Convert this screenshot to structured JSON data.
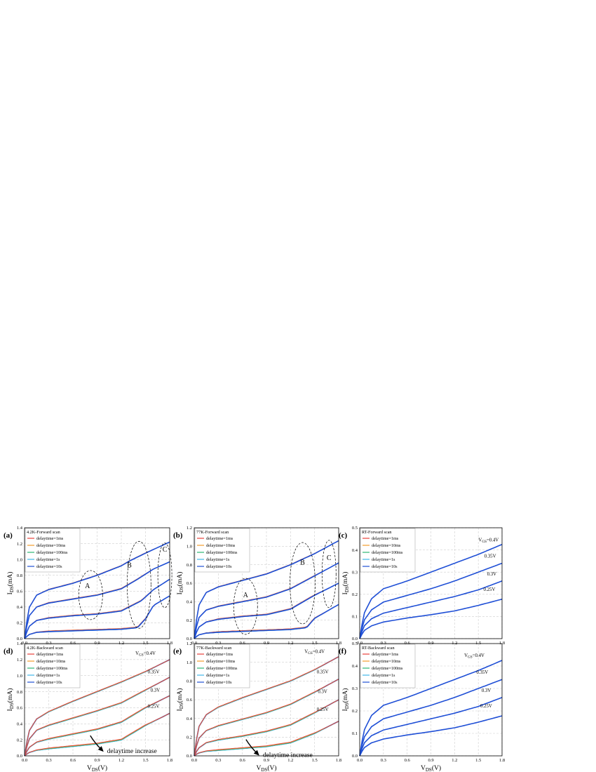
{
  "legend_labels": [
    "delaytime=1ms",
    "delaytime=10ms",
    "delaytime=100ms",
    "delaytime=1s",
    "delaytime=10s"
  ],
  "series_colors": [
    "#e8413a",
    "#f39c2b",
    "#2bb673",
    "#3fb7e8",
    "#1f4fd6"
  ],
  "x_label_main": "V",
  "x_label_sub": "DS",
  "x_label_unit": "(V)",
  "y_label_main": "I",
  "y_label_sub": "DS",
  "y_label_unit": "(mA)",
  "delay_annotation": "delaytime increase",
  "chart_data": [
    {
      "panel": "(a)",
      "title": "4.2K-Forward scan",
      "type": "line",
      "xlim": [
        0,
        1.8
      ],
      "ylim": [
        0,
        1.4
      ],
      "xticks": [
        "0.0",
        "0.3",
        "0.6",
        "0.9",
        "1.2",
        "1.5",
        "1.8"
      ],
      "yticks": [
        "0.0",
        "0.2",
        "0.4",
        "0.6",
        "0.8",
        "1.0",
        "1.2",
        "1.4"
      ],
      "grid": true,
      "legend_position": "top-left",
      "curves": [
        {
          "x": [
            0,
            0.05,
            0.15,
            0.3,
            0.6,
            0.9,
            1.2,
            1.3,
            1.5,
            1.8
          ],
          "y": [
            0,
            0.38,
            0.55,
            0.62,
            0.7,
            0.8,
            0.92,
            0.98,
            1.08,
            1.22
          ]
        },
        {
          "x": [
            0,
            0.05,
            0.15,
            0.3,
            0.6,
            0.9,
            1.2,
            1.4,
            1.6,
            1.8
          ],
          "y": [
            0,
            0.28,
            0.4,
            0.45,
            0.5,
            0.55,
            0.63,
            0.75,
            0.88,
            0.97
          ]
        },
        {
          "x": [
            0,
            0.05,
            0.15,
            0.3,
            0.6,
            0.9,
            1.2,
            1.45,
            1.6,
            1.8
          ],
          "y": [
            0,
            0.15,
            0.23,
            0.26,
            0.29,
            0.31,
            0.35,
            0.48,
            0.62,
            0.75
          ]
        },
        {
          "x": [
            0,
            0.05,
            0.15,
            0.3,
            0.6,
            0.9,
            1.2,
            1.4,
            1.5,
            1.6,
            1.8
          ],
          "y": [
            0,
            0.05,
            0.08,
            0.09,
            0.1,
            0.11,
            0.12,
            0.14,
            0.25,
            0.42,
            0.54
          ]
        }
      ],
      "annotations": [
        "A",
        "B",
        "C"
      ]
    },
    {
      "panel": "(b)",
      "title": "77K-Forward scan",
      "type": "line",
      "xlim": [
        0,
        1.8
      ],
      "ylim": [
        0,
        1.2
      ],
      "xticks": [
        "0.0",
        "0.3",
        "0.6",
        "0.9",
        "1.2",
        "1.5",
        "1.8"
      ],
      "yticks": [
        "0.0",
        "0.2",
        "0.4",
        "0.6",
        "0.8",
        "1.0",
        "1.2"
      ],
      "grid": true,
      "legend_position": "top-left",
      "curves": [
        {
          "x": [
            0,
            0.05,
            0.15,
            0.3,
            0.6,
            0.9,
            1.2,
            1.5,
            1.8
          ],
          "y": [
            0,
            0.35,
            0.5,
            0.56,
            0.63,
            0.7,
            0.8,
            0.92,
            1.06
          ]
        },
        {
          "x": [
            0,
            0.05,
            0.15,
            0.3,
            0.6,
            0.9,
            1.2,
            1.5,
            1.8
          ],
          "y": [
            0,
            0.22,
            0.31,
            0.35,
            0.4,
            0.45,
            0.54,
            0.68,
            0.82
          ]
        },
        {
          "x": [
            0,
            0.05,
            0.15,
            0.3,
            0.6,
            0.9,
            1.2,
            1.5,
            1.8
          ],
          "y": [
            0,
            0.12,
            0.18,
            0.21,
            0.24,
            0.26,
            0.32,
            0.47,
            0.6
          ]
        },
        {
          "x": [
            0,
            0.05,
            0.15,
            0.3,
            0.6,
            0.9,
            1.2,
            1.4,
            1.5,
            1.8
          ],
          "y": [
            0,
            0.04,
            0.06,
            0.07,
            0.08,
            0.09,
            0.1,
            0.12,
            0.22,
            0.37
          ]
        }
      ],
      "annotations": [
        "A",
        "B",
        "C"
      ]
    },
    {
      "panel": "(c)",
      "title": "RT-Forward scan",
      "type": "line",
      "xlim": [
        0,
        1.8
      ],
      "ylim": [
        0,
        0.5
      ],
      "xticks": [
        "0.0",
        "0.3",
        "0.6",
        "0.9",
        "1.2",
        "1.5",
        "1.8"
      ],
      "yticks": [
        "0.0",
        "0.1",
        "0.2",
        "0.3",
        "0.4",
        "0.5"
      ],
      "grid": true,
      "legend_position": "top-left",
      "curves": [
        {
          "x": [
            0,
            0.05,
            0.15,
            0.3,
            0.6,
            0.9,
            1.2,
            1.5,
            1.8
          ],
          "y": [
            0,
            0.11,
            0.18,
            0.225,
            0.26,
            0.3,
            0.34,
            0.38,
            0.425
          ]
        },
        {
          "x": [
            0,
            0.05,
            0.15,
            0.3,
            0.6,
            0.9,
            1.2,
            1.5,
            1.8
          ],
          "y": [
            0,
            0.08,
            0.13,
            0.165,
            0.195,
            0.225,
            0.26,
            0.3,
            0.34
          ]
        },
        {
          "x": [
            0,
            0.05,
            0.15,
            0.3,
            0.6,
            0.9,
            1.2,
            1.5,
            1.8
          ],
          "y": [
            0,
            0.055,
            0.09,
            0.115,
            0.14,
            0.165,
            0.19,
            0.22,
            0.26
          ]
        },
        {
          "x": [
            0,
            0.05,
            0.15,
            0.3,
            0.6,
            0.9,
            1.2,
            1.5,
            1.8
          ],
          "y": [
            0,
            0.035,
            0.058,
            0.075,
            0.093,
            0.108,
            0.125,
            0.15,
            0.178
          ]
        }
      ],
      "curve_labels": [
        {
          "main": "V",
          "sub": "GS",
          "rest": "=0.4V",
          "x": 1.63,
          "y": 0.438
        },
        {
          "main": "",
          "sub": "",
          "rest": "0.35V",
          "x": 1.65,
          "y": 0.365
        },
        {
          "main": "",
          "sub": "",
          "rest": "0.3V",
          "x": 1.67,
          "y": 0.285
        },
        {
          "main": "",
          "sub": "",
          "rest": "0.25V",
          "x": 1.64,
          "y": 0.215
        }
      ]
    },
    {
      "panel": "(d)",
      "title": "4.2K-Backward scan",
      "type": "line",
      "xlim": [
        0,
        1.8
      ],
      "ylim": [
        0,
        1.4
      ],
      "xticks": [
        "0.0",
        "0.3",
        "0.6",
        "0.9",
        "1.2",
        "1.5",
        "1.8"
      ],
      "yticks": [
        "0.0",
        "0.2",
        "0.4",
        "0.6",
        "0.8",
        "1.0",
        "1.2",
        "1.4"
      ],
      "grid": true,
      "legend_position": "top-left",
      "curves": [
        {
          "x": [
            0,
            0.05,
            0.15,
            0.3,
            0.6,
            0.9,
            1.2,
            1.5,
            1.8
          ],
          "y": [
            0,
            0.3,
            0.46,
            0.55,
            0.68,
            0.8,
            0.92,
            1.05,
            1.2
          ]
        },
        {
          "x": [
            0,
            0.05,
            0.15,
            0.3,
            0.6,
            0.9,
            1.2,
            1.5,
            1.8
          ],
          "y": [
            0,
            0.2,
            0.32,
            0.38,
            0.47,
            0.56,
            0.66,
            0.82,
            0.98
          ]
        },
        {
          "x": [
            0,
            0.05,
            0.15,
            0.3,
            0.6,
            0.9,
            1.2,
            1.5,
            1.8
          ],
          "y": [
            0,
            0.1,
            0.17,
            0.21,
            0.27,
            0.33,
            0.42,
            0.6,
            0.75
          ]
        },
        {
          "x": [
            0,
            0.05,
            0.15,
            0.3,
            0.6,
            0.9,
            1.2,
            1.5,
            1.8
          ],
          "y": [
            0,
            0.04,
            0.07,
            0.09,
            0.12,
            0.15,
            0.2,
            0.38,
            0.53
          ]
        }
      ],
      "curve_labels": [
        {
          "main": "V",
          "sub": "GS",
          "rest": "=0.4V",
          "x": 1.5,
          "y": 1.26
        },
        {
          "main": "",
          "sub": "",
          "rest": "0.35V",
          "x": 1.6,
          "y": 1.03
        },
        {
          "main": "",
          "sub": "",
          "rest": "0.3V",
          "x": 1.62,
          "y": 0.8
        },
        {
          "main": "",
          "sub": "",
          "rest": "0.25V",
          "x": 1.6,
          "y": 0.6
        }
      ]
    },
    {
      "panel": "(e)",
      "title": "77K-Backward scan",
      "type": "line",
      "xlim": [
        0,
        1.8
      ],
      "ylim": [
        0,
        1.2
      ],
      "xticks": [
        "0.0",
        "0.3",
        "0.6",
        "0.9",
        "1.2",
        "1.5",
        "1.8"
      ],
      "yticks": [
        "0.0",
        "0.2",
        "0.4",
        "0.6",
        "0.8",
        "1.0",
        "1.2"
      ],
      "grid": true,
      "legend_position": "top-left",
      "curves": [
        {
          "x": [
            0,
            0.05,
            0.15,
            0.3,
            0.6,
            0.9,
            1.2,
            1.5,
            1.8
          ],
          "y": [
            0,
            0.3,
            0.44,
            0.52,
            0.62,
            0.71,
            0.8,
            0.92,
            1.06
          ]
        },
        {
          "x": [
            0,
            0.05,
            0.15,
            0.3,
            0.6,
            0.9,
            1.2,
            1.5,
            1.8
          ],
          "y": [
            0,
            0.18,
            0.27,
            0.32,
            0.39,
            0.46,
            0.55,
            0.68,
            0.82
          ]
        },
        {
          "x": [
            0,
            0.05,
            0.15,
            0.3,
            0.6,
            0.9,
            1.2,
            1.5,
            1.8
          ],
          "y": [
            0,
            0.08,
            0.14,
            0.17,
            0.21,
            0.26,
            0.33,
            0.46,
            0.6
          ]
        },
        {
          "x": [
            0,
            0.05,
            0.15,
            0.3,
            0.6,
            0.9,
            1.2,
            1.5,
            1.8
          ],
          "y": [
            0,
            0.03,
            0.05,
            0.06,
            0.08,
            0.1,
            0.14,
            0.24,
            0.37
          ]
        }
      ],
      "curve_labels": [
        {
          "main": "V",
          "sub": "GS",
          "rest": "=0.4V",
          "x": 1.5,
          "y": 1.1
        },
        {
          "main": "",
          "sub": "",
          "rest": "0.35V",
          "x": 1.6,
          "y": 0.88
        },
        {
          "main": "",
          "sub": "",
          "rest": "0.3V",
          "x": 1.6,
          "y": 0.67
        },
        {
          "main": "",
          "sub": "",
          "rest": "0.25V",
          "x": 1.6,
          "y": 0.48
        }
      ]
    },
    {
      "panel": "(f)",
      "title": "RT-Backward scan",
      "type": "line",
      "xlim": [
        0,
        1.8
      ],
      "ylim": [
        0,
        0.5
      ],
      "xticks": [
        "0.0",
        "0.3",
        "0.6",
        "0.9",
        "1.2",
        "1.5",
        "1.8"
      ],
      "yticks": [
        "0.0",
        "0.1",
        "0.2",
        "0.3",
        "0.4",
        "0.5"
      ],
      "grid": true,
      "legend_position": "top-left",
      "curves": [
        {
          "x": [
            0,
            0.05,
            0.15,
            0.3,
            0.6,
            0.9,
            1.2,
            1.5,
            1.8
          ],
          "y": [
            0,
            0.11,
            0.18,
            0.225,
            0.26,
            0.3,
            0.34,
            0.38,
            0.425
          ]
        },
        {
          "x": [
            0,
            0.05,
            0.15,
            0.3,
            0.6,
            0.9,
            1.2,
            1.5,
            1.8
          ],
          "y": [
            0,
            0.08,
            0.13,
            0.165,
            0.195,
            0.225,
            0.26,
            0.3,
            0.34
          ]
        },
        {
          "x": [
            0,
            0.05,
            0.15,
            0.3,
            0.6,
            0.9,
            1.2,
            1.5,
            1.8
          ],
          "y": [
            0,
            0.055,
            0.09,
            0.115,
            0.14,
            0.165,
            0.19,
            0.22,
            0.26
          ]
        },
        {
          "x": [
            0,
            0.05,
            0.15,
            0.3,
            0.6,
            0.9,
            1.2,
            1.5,
            1.8
          ],
          "y": [
            0,
            0.035,
            0.058,
            0.075,
            0.093,
            0.108,
            0.125,
            0.15,
            0.178
          ]
        }
      ],
      "curve_labels": [
        {
          "main": "V",
          "sub": "GS",
          "rest": "=0.4V",
          "x": 1.45,
          "y": 0.44
        },
        {
          "main": "",
          "sub": "",
          "rest": "0.35V",
          "x": 1.55,
          "y": 0.365
        },
        {
          "main": "",
          "sub": "",
          "rest": "0.3V",
          "x": 1.6,
          "y": 0.285
        },
        {
          "main": "",
          "sub": "",
          "rest": "0.25V",
          "x": 1.6,
          "y": 0.215
        }
      ]
    }
  ]
}
